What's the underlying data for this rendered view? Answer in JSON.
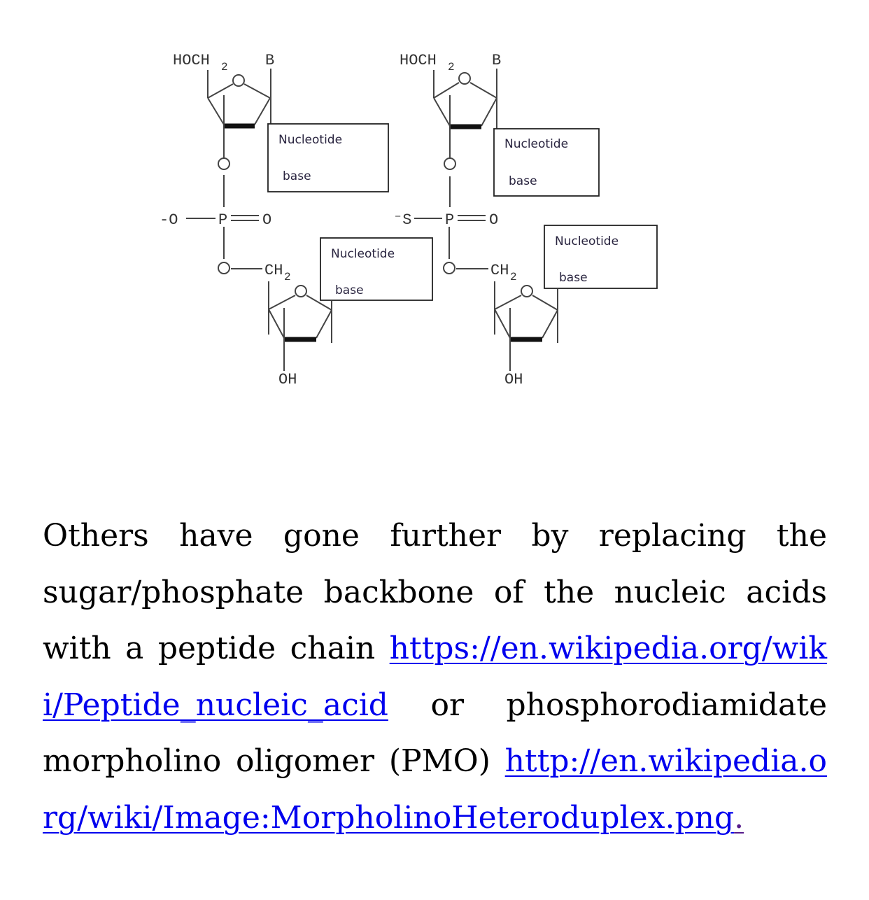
{
  "diagram": {
    "left_unit": {
      "hoch2": "HOCH",
      "hoch2_sub": "2",
      "base_label": "B",
      "ring_oxygen": "O",
      "linker_oxygen_top": "O",
      "charged_atom": "-O",
      "phosphorus": "P",
      "double_bond_oxygen": "O",
      "linker_oxygen_bottom": "O",
      "ch2": "CH",
      "ch2_sub": "2",
      "lower_ring_oxygen": "O",
      "oh": "OH",
      "box_top": {
        "line1": "Nucleotide",
        "line2": "base"
      },
      "box_bottom": {
        "line1": "Nucleotide",
        "line2": "base"
      }
    },
    "right_unit": {
      "hoch2": "HOCH",
      "hoch2_sub": "2",
      "base_label": "B",
      "ring_oxygen": "O",
      "linker_oxygen_top": "O",
      "charged_atom": "⁻S",
      "phosphorus": "P",
      "double_bond_oxygen": "O",
      "linker_oxygen_bottom": "O",
      "ch2": "CH",
      "ch2_sub": "2",
      "lower_ring_oxygen": "O",
      "oh": "OH",
      "box_top": {
        "line1": "Nucleotide",
        "line2": "base"
      },
      "box_bottom": {
        "line1": "Nucleotide",
        "line2": "base"
      }
    }
  },
  "paragraph": {
    "text1": "Others have gone further by replacing the sugar/phosphate backbone of the nucleic acids with a peptide chain ",
    "link1": "https://en.wikipedia.org/wiki/Peptide_nucleic_acid",
    "text2": " or phosphorodiamidate morpholino oligomer (PMO) ",
    "link2": "http://en.wikipedia.org/wiki/Image:MorpholinoHeteroduplex.png",
    "text3": "."
  },
  "colors": {
    "link": "#0000ee",
    "text": "#000000"
  }
}
